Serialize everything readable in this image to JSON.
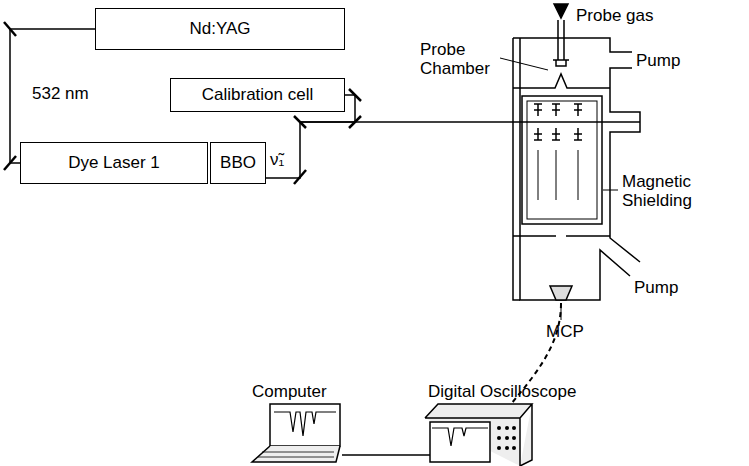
{
  "diagram": {
    "nodes": [
      {
        "text": [
          "Nd:YAG"
        ]
      },
      {
        "text": [
          "Calibration cell"
        ]
      },
      {
        "text": [
          "Dye Laser 1"
        ]
      },
      {
        "text": [
          "BBO"
        ]
      }
    ],
    "edges": [
      {
        "from": 0,
        "to": 2,
        "label": "532 nm",
        "arrow": "none"
      },
      {
        "from": 3,
        "to": 1,
        "arrow": "none"
      }
    ],
    "labels": [
      "ν̃₁",
      "Probe gas",
      "Pump",
      "Probe Chamber",
      "Magnetic Shielding",
      "Pump",
      "MCP",
      "Digital Oscilloscope",
      "Computer"
    ]
  }
}
